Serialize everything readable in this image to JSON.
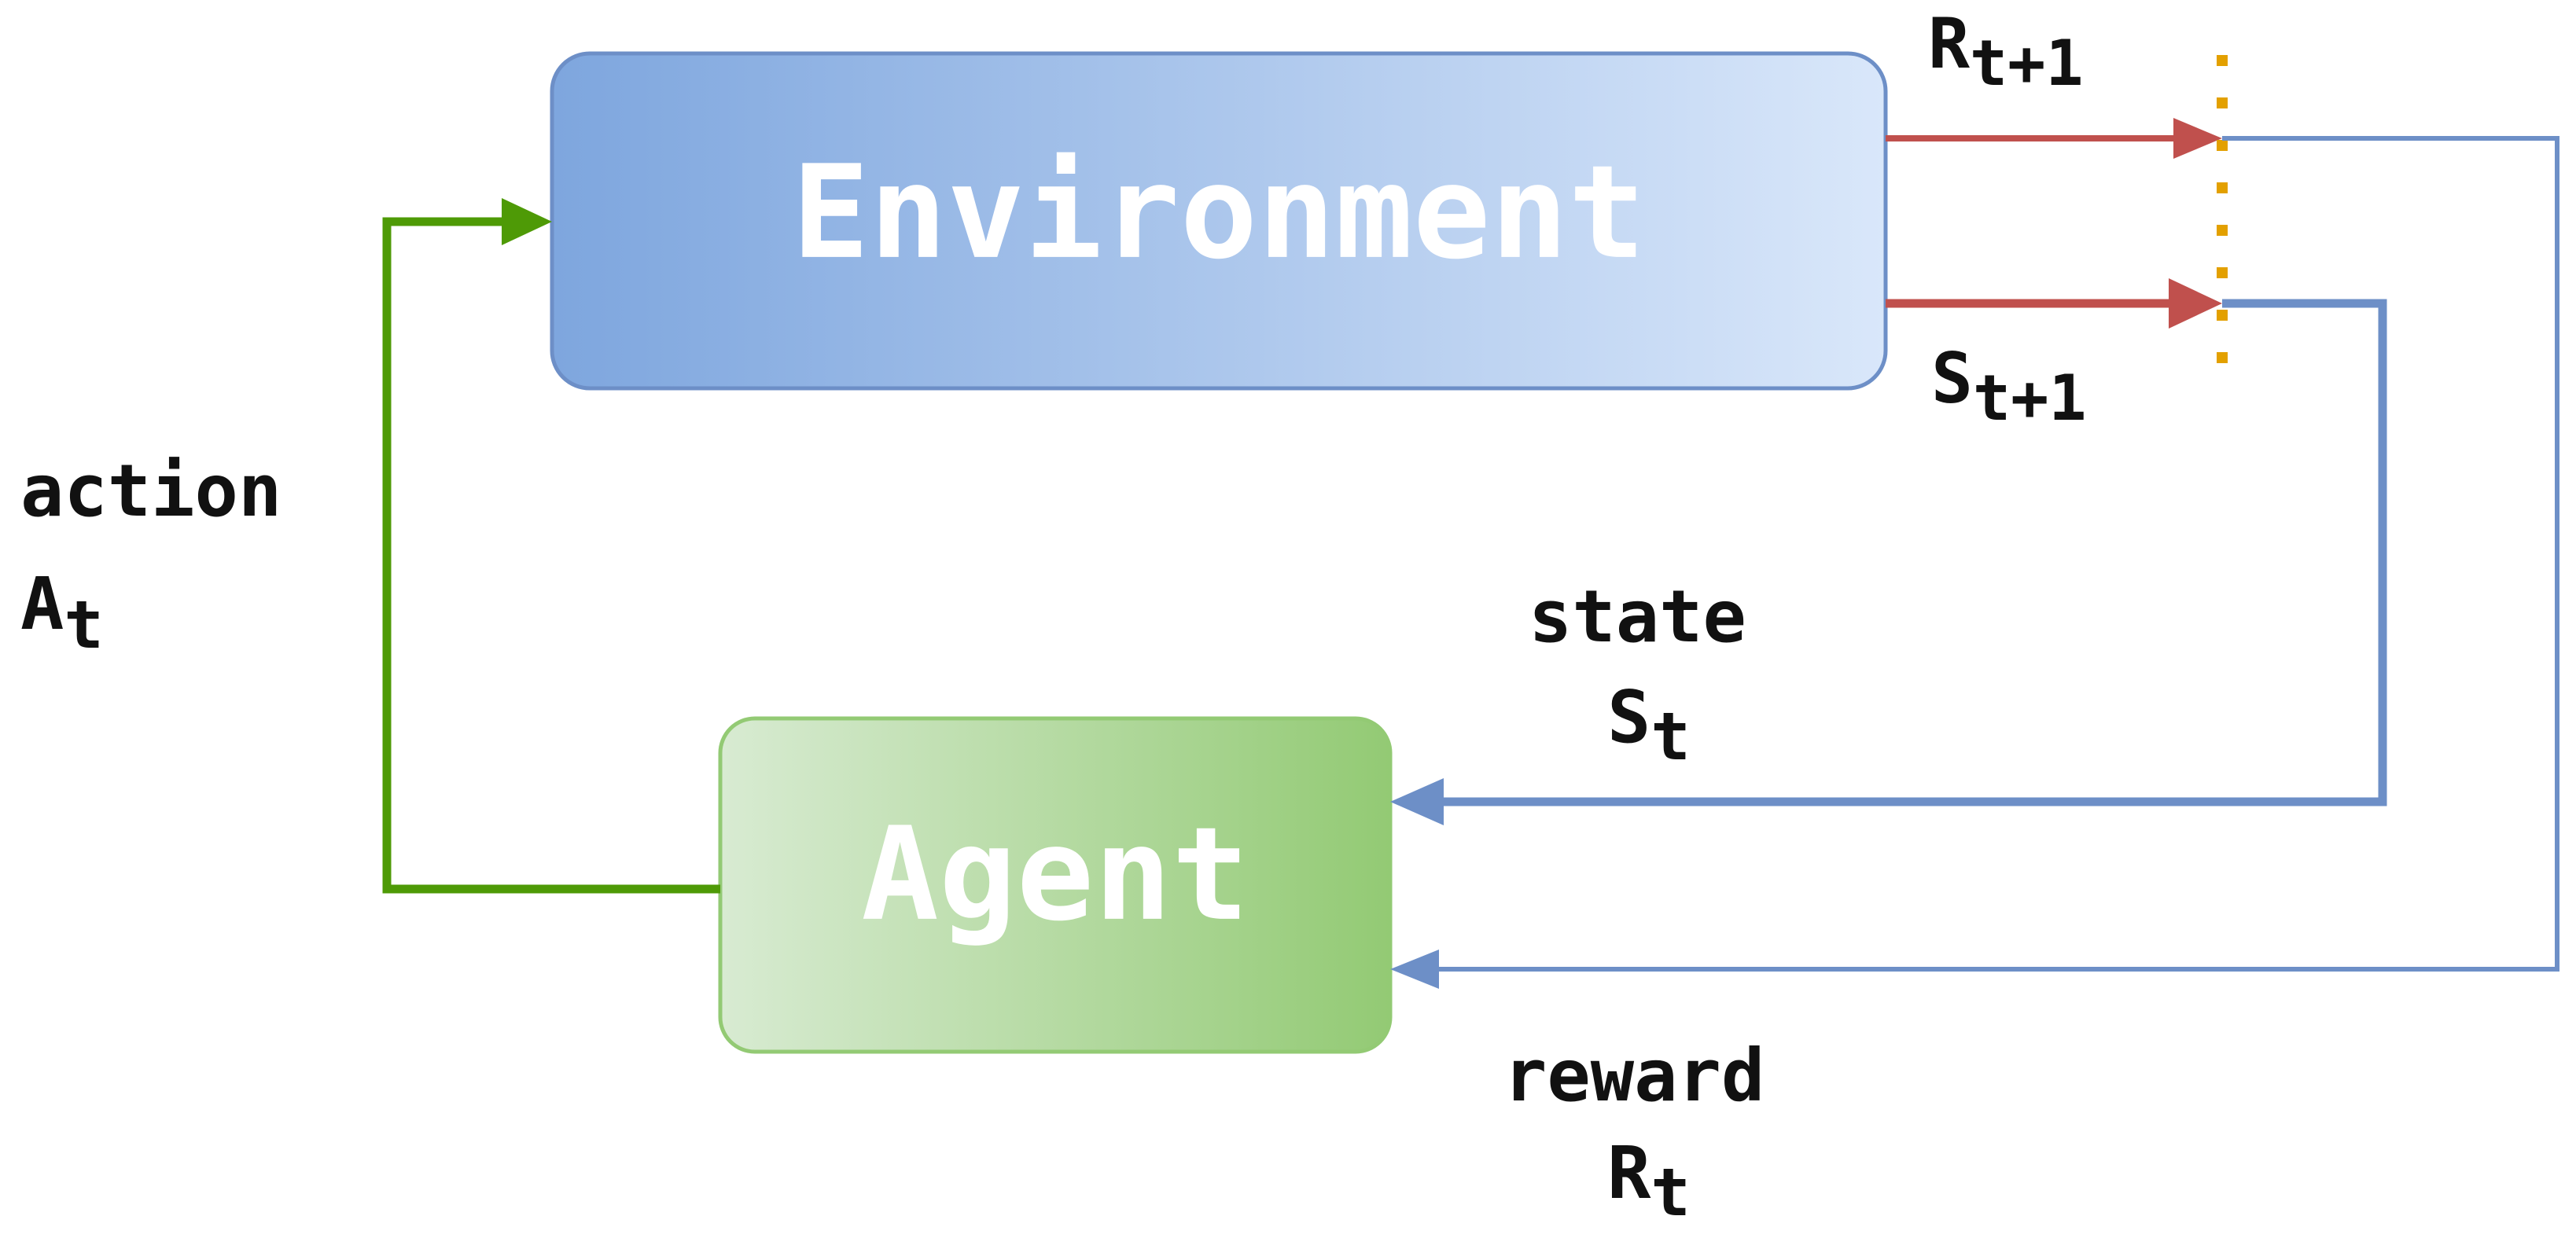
{
  "environment": {
    "label": "Environment"
  },
  "agent": {
    "label": "Agent"
  },
  "action": {
    "word": "action",
    "symbol": "A",
    "subscript": "t"
  },
  "state": {
    "word": "state",
    "symbol": "S",
    "subscript": "t"
  },
  "reward": {
    "word": "reward",
    "symbol": "R",
    "subscript": "t"
  },
  "next_reward": {
    "symbol": "R",
    "subscript": "t+1"
  },
  "next_state": {
    "symbol": "S",
    "subscript": "t+1"
  },
  "colors": {
    "action_arrow": "#4e9a06",
    "env_output_arrow": "#c0504d",
    "feedback_line": "#6d8fc7",
    "divider_dots": "#e3a000",
    "env_gradient_start": "#7ea6de",
    "env_gradient_end": "#d9e7fa",
    "agent_gradient_start": "#d8ebd2",
    "agent_gradient_end": "#93ca74"
  }
}
